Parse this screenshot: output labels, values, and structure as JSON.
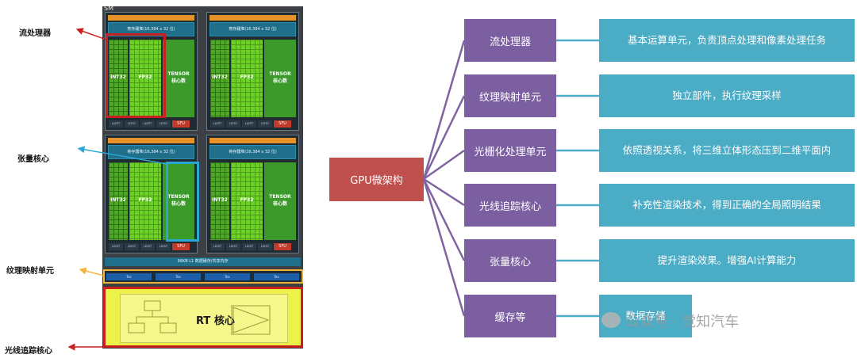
{
  "sm": {
    "label": "SM",
    "quad_header": "",
    "register_file": "寄存器堆(16,384 x 32 位)",
    "int_label": "INT32",
    "fp_label": "FP32",
    "tensor_label": "TENSOR\n核心数",
    "ldst_label": "LD/ST",
    "sfu_label": "SFU",
    "l1_label": "96KB L1 数据缓存/共享内存",
    "tex_labels": [
      "Tex",
      "Tex",
      "Tex",
      "Tex"
    ],
    "rt_label": "RT 核心"
  },
  "side_labels": {
    "stream_processor": "流处理器",
    "tensor_core": "张量核心",
    "texture_unit": "纹理映射单元",
    "rt_core": "光线追踪核心"
  },
  "mindmap": {
    "root": "GPU微架构",
    "branches": [
      {
        "name": "流处理器",
        "desc": "基本运算单元，负责顶点处理和像素处理任务"
      },
      {
        "name": "纹理映射单元",
        "desc": "独立部件，执行纹理采样"
      },
      {
        "name": "光栅化处理单元",
        "desc": "依照透视关系，将三维立体形态压到二维平面内"
      },
      {
        "name": "光线追踪核心",
        "desc": "补充性渲染技术，得到正确的全局照明结果"
      },
      {
        "name": "张量核心",
        "desc": "提升渲染效果。增强AI计算能力"
      },
      {
        "name": "缓存等",
        "desc": "数据存储"
      }
    ]
  },
  "watermark": "公众号 · 觉知汽车",
  "colors": {
    "root": "#c0504d",
    "branch": "#7b5fa0",
    "leaf": "#4bacc6",
    "connector_root": "#8064a2",
    "connector_leaf": "#4bacc6",
    "highlight_red": "#c8201e",
    "highlight_blue": "#2ba7d6",
    "highlight_yellow": "#f2b33a",
    "rt_fill": "#ecf24a"
  }
}
